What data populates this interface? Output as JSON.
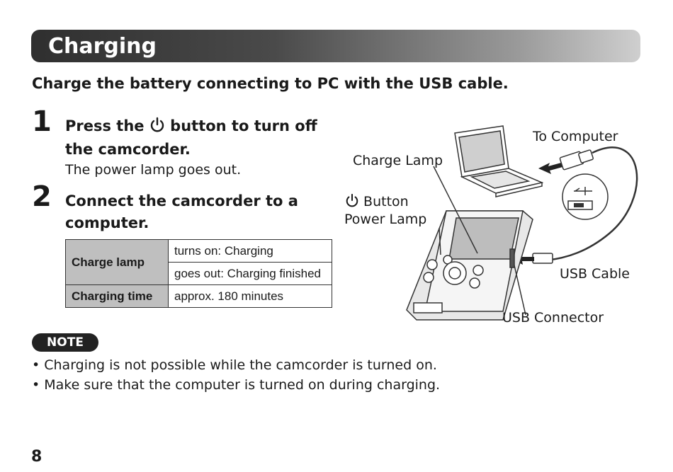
{
  "section": {
    "title": "Charging"
  },
  "subtitle": "Charge the battery connecting to PC with the USB cable.",
  "steps": [
    {
      "number": "1",
      "heading_before_icon": "Press the",
      "heading_after_icon": "button to turn off",
      "heading_line2": "the camcorder.",
      "body": "The power lamp goes out.",
      "icon": "power-icon"
    },
    {
      "number": "2",
      "heading_line1": "Connect the camcorder to a",
      "heading_line2": "computer."
    }
  ],
  "table": {
    "rows": [
      {
        "header": "Charge lamp",
        "values": [
          "turns on: Charging",
          "goes out: Charging finished"
        ]
      },
      {
        "header": "Charging time",
        "values": [
          "approx. 180 minutes"
        ]
      }
    ]
  },
  "note": {
    "badge": "NOTE",
    "items": [
      "Charging is not possible while the camcorder is turned on.",
      "Make sure that the computer is turned on during charging."
    ]
  },
  "illustration": {
    "labels": {
      "to_computer": "To Computer",
      "charge_lamp": "Charge Lamp",
      "button": "Button",
      "power_lamp": "Power Lamp",
      "usb_cable": "USB Cable",
      "usb_connector": "USB Connector"
    }
  },
  "page_number": "8"
}
